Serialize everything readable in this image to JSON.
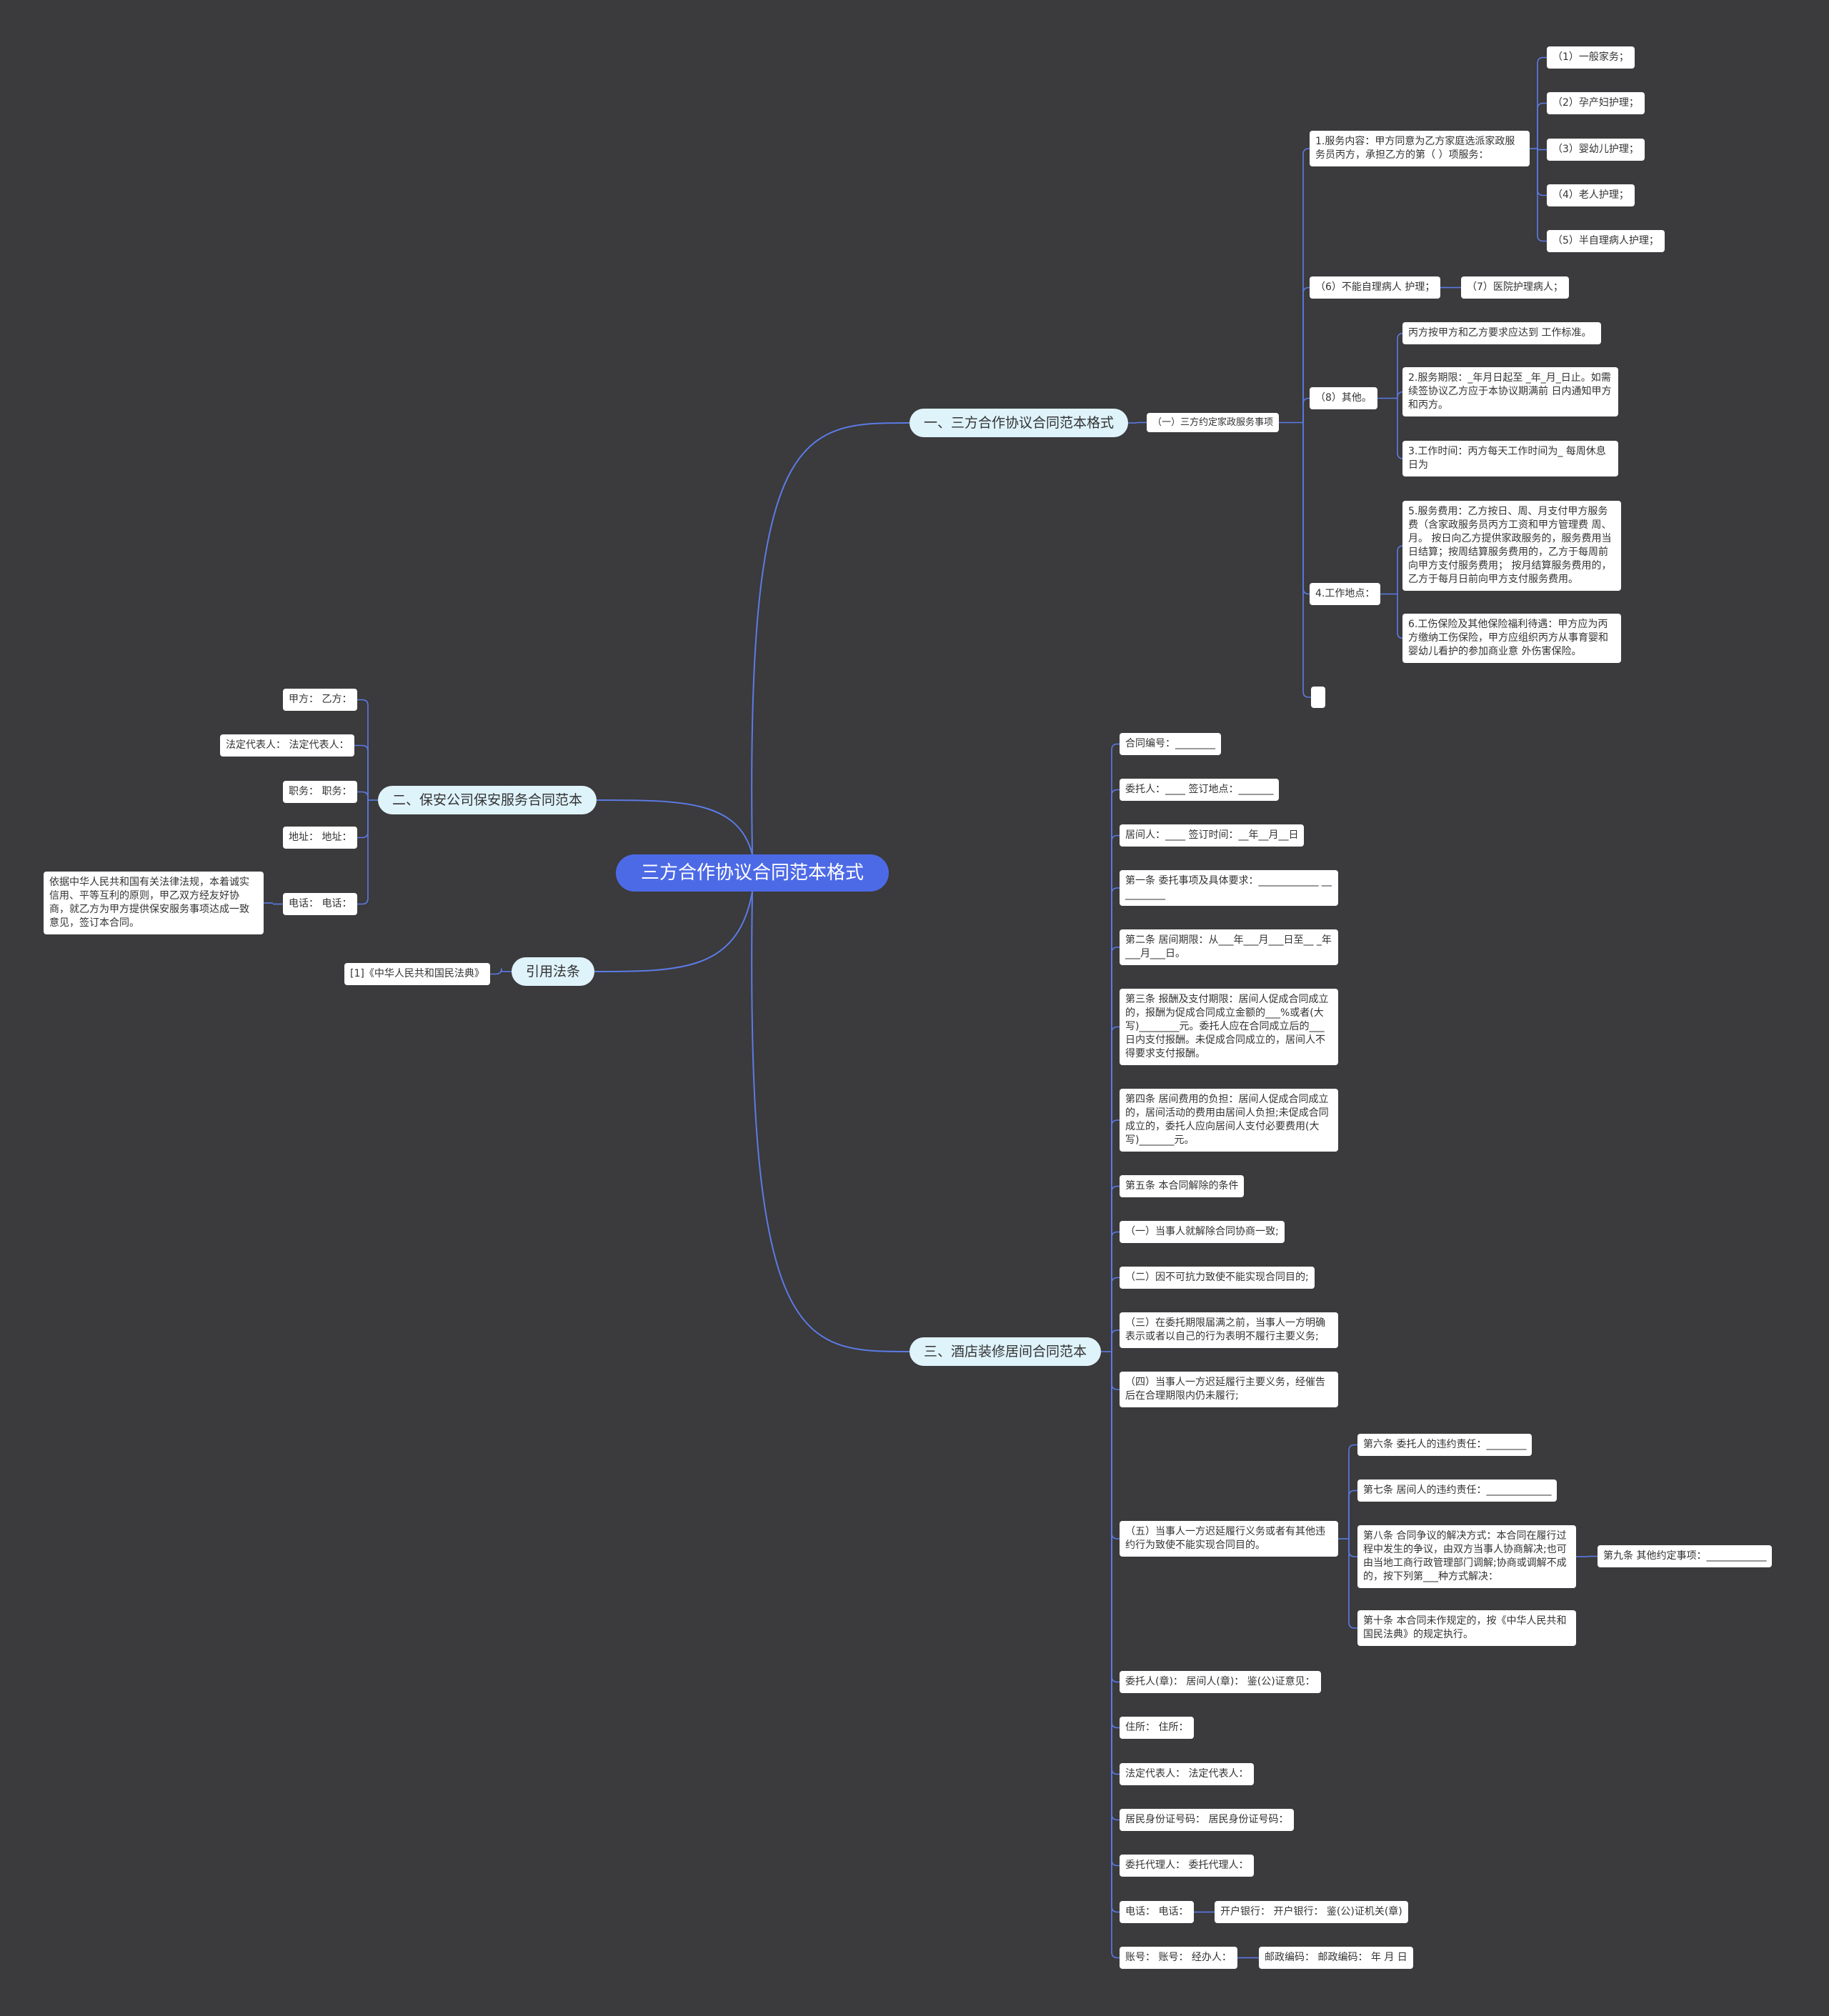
{
  "root": "三方合作协议合同范本格式",
  "b1": {
    "label": "一、三方合作协议合同范本格式",
    "sub": "（一）三方约定家政服务事项",
    "n_service": "1.服务内容：甲方同意为乙方家庭选派家政服务员丙方，承担乙方的第（ ）项服务：",
    "items": [
      "（1）一般家务；",
      "（2）孕产妇护理；",
      "（3）婴幼儿护理；",
      "（4）老人护理；",
      "（5）半自理病人护理；"
    ],
    "n6": "（6）不能自理病人 护理；",
    "n7": "（7）医院护理病人；",
    "n8": "（8）其他。",
    "n8_children": [
      "丙方按甲方和乙方要求应达到 工作标准。",
      "2.服务期限：_年月日起至 _年_月_日止。如需续签协议乙方应于本协议期满前 日内通知甲方和丙方。",
      "3.工作时间：丙方每天工作时间为_ 每周休息 日为"
    ],
    "n_place": "4.工作地点：",
    "place_children": [
      "5.服务费用：乙方按日、周、月支付甲方服务费（含家政服务员丙方工资和甲方管理费 周、月。 按日向乙方提供家政服务的，服务费用当日结算；按周结算服务费用的，乙方于每周前向甲方支付服务费用； 按月结算服务费用的，乙方于每月日前向甲方支付服务费用。",
      "6.工伤保险及其他保险福利待遇：甲方应为丙方缴纳工伤保险，甲方应组织丙方从事育婴和婴幼儿看护的参加商业意 外伤害保险。"
    ],
    "empty": ""
  },
  "b2": {
    "label": "二、保安公司保安服务合同范本",
    "items": [
      "甲方： 乙方：",
      "法定代表人： 法定代表人：",
      "职务： 职务：",
      "地址： 地址：",
      "电话： 电话："
    ],
    "note": "依据中华人民共和国有关法律法规，本着诚实信用、平等互利的原则，甲乙双方经友好协商，就乙方为甲方提供保安服务事项达成一致意见，签订本合同。"
  },
  "b3": {
    "label": "引用法条",
    "item": "[1]《中华人民共和国民法典》"
  },
  "b4": {
    "label": "三、酒店装修居间合同范本",
    "items": [
      "合同编号：________",
      "委托人：____ 签订地点：_______",
      "居间人：____ 签订时间：__年__月__日",
      "第一条 委托事项及具体要求：____________ __________",
      "第二条 居间期限：从___年___月___日至__ _年___月___日。",
      "第三条 报酬及支付期限：居间人促成合同成立的，报酬为促成合同成立金额的___%或者(大写)________元。委托人应在合同成立后的___日内支付报酬。未促成合同成立的，居间人不得要求支付报酬。",
      "第四条 居间费用的负担：居间人促成合同成立的，居间活动的费用由居间人负担;未促成合同成立的，委托人应向居间人支付必要费用(大写)_______元。",
      "第五条 本合同解除的条件",
      "（一）当事人就解除合同协商一致;",
      "（二）因不可抗力致使不能实现合同目的;",
      "（三）在委托期限届满之前，当事人一方明确表示或者以自己的行为表明不履行主要义务;",
      "（四）当事人一方迟延履行主要义务，经催告后在合理期限内仍未履行;",
      "（五）当事人一方迟延履行义务或者有其他违约行为致使不能实现合同目的。",
      "委托人(章)： 居间人(章)： 鉴(公)证意见：",
      "住所： 住所：",
      "法定代表人： 法定代表人：",
      "居民身份证号码： 居民身份证号码：",
      "委托代理人： 委托代理人：",
      "电话： 电话：",
      "账号： 账号： 经办人："
    ],
    "five_children": [
      "第六条 委托人的违约责任：________",
      "第七条 居间人的违约责任：_____________",
      "第八条 合同争议的解决方式：本合同在履行过程中发生的争议，由双方当事人协商解决;也可由当地工商行政管理部门调解;协商或调解不成的，按下列第___种方式解决：",
      "第十条 本合同未作规定的，按《中华人民共和国民法典》的规定执行。"
    ],
    "nine": "第九条 其他约定事项：____________",
    "phone_child": "开户银行： 开户银行： 鉴(公)证机关(章)",
    "acct_child": "邮政编码： 邮政编码： 年 月 日"
  }
}
